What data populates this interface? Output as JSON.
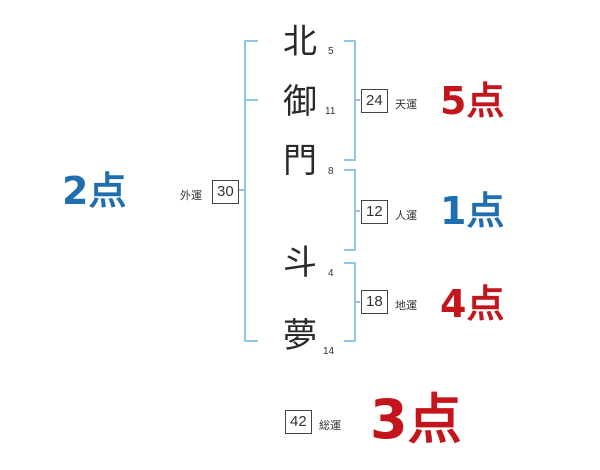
{
  "name_chars": [
    {
      "char": "北",
      "strokes": "5"
    },
    {
      "char": "御",
      "strokes": "11"
    },
    {
      "char": "門",
      "strokes": "8"
    },
    {
      "char": "斗",
      "strokes": "4"
    },
    {
      "char": "夢",
      "strokes": "14"
    }
  ],
  "gaiun": {
    "label": "外運",
    "value": "30",
    "score": "2点",
    "color": "#1f6fb0"
  },
  "tenun": {
    "label": "天運",
    "value": "24",
    "score": "5点",
    "color": "#c4151c"
  },
  "jinun": {
    "label": "人運",
    "value": "12",
    "score": "1点",
    "color": "#1f6fb0"
  },
  "chiun": {
    "label": "地運",
    "value": "18",
    "score": "4点",
    "color": "#c4151c"
  },
  "souun": {
    "label": "総運",
    "value": "42",
    "score": "3点",
    "color": "#c4151c"
  },
  "bracket_color": "#8ec6e4"
}
